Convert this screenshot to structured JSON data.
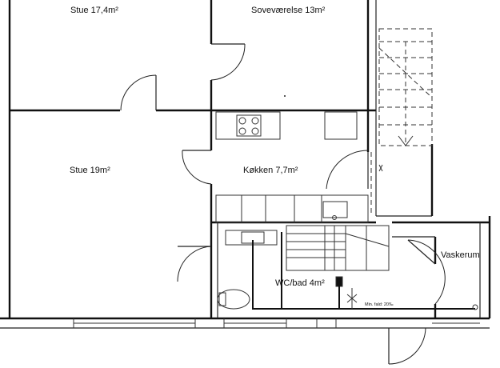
{
  "rooms": {
    "stue_top": "Stue 17,4m²",
    "sovevaerelse": "Soveværelse 13m²",
    "stue_bottom": "Stue 19m²",
    "kokken": "Køkken 7,7m²",
    "wc_bad": "WC/bad 4m²",
    "vaskerum": "Vaskerum"
  },
  "annotations": {
    "min_fald": "Min. fald: 20‰"
  }
}
